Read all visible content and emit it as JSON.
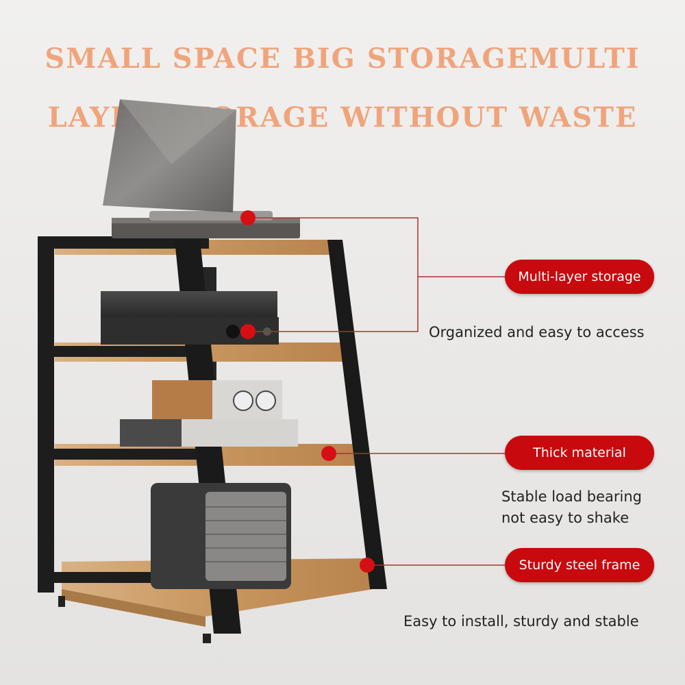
{
  "headline": {
    "line1": "SMALL SPACE BIG STORAGEMULTI",
    "line2": "LAYER STORAGE WITHOUT WASTE"
  },
  "callouts": [
    {
      "label": "Multi-layer storage",
      "description": "Organized and easy to access"
    },
    {
      "label": "Thick material",
      "description_line1": "Stable load bearing",
      "description_line2": "not easy to shake"
    },
    {
      "label": "Sturdy steel frame",
      "description": "Easy to install, sturdy and stable"
    }
  ],
  "colors": {
    "headline": "#f0a47c",
    "pill": "#c8090e",
    "frame": "#1d1d1d",
    "wood": "#c99a66",
    "leader_line": "#b03030"
  }
}
